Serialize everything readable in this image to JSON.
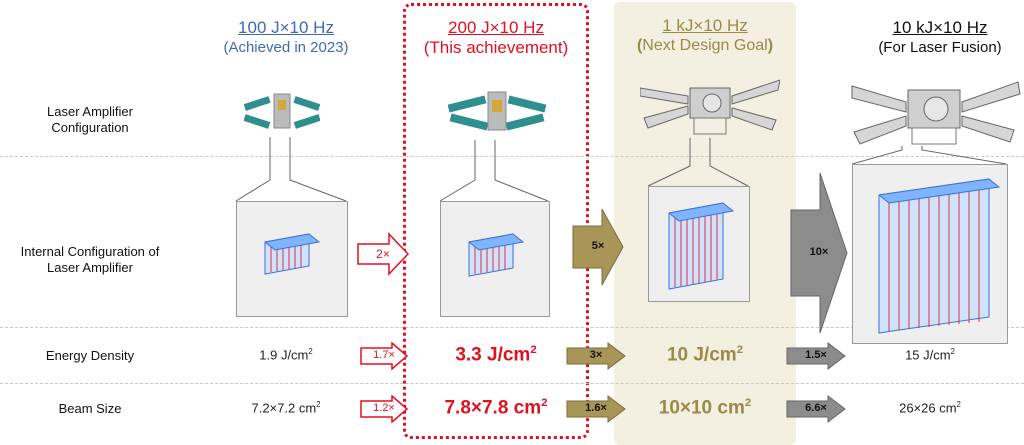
{
  "row_labels": {
    "amp_config_line1": "Laser Amplifier",
    "amp_config_line2": "Configuration",
    "internal_line1": "Internal Configuration of",
    "internal_line2": "Laser Amplifier",
    "energy_density": "Energy Density",
    "beam_size": "Beam Size"
  },
  "columns": [
    {
      "title": "100 J×10 Hz",
      "subtitle": "(Achieved in 2023)",
      "energy": "1.9 J/cm",
      "beam": "7.2×7.2 cm"
    },
    {
      "title": "200 J×10 Hz",
      "subtitle": "(This achievement)",
      "energy": "3.3 J/cm",
      "beam": "7.8×7.8 cm"
    },
    {
      "title": "1 kJ×10 Hz",
      "subtitle_bold_open": "(",
      "subtitle": "Next Design Goal",
      "subtitle_bold_close": ")",
      "energy": "10 J/cm",
      "beam": "10×10 cm"
    },
    {
      "title": "10 kJ×10 Hz",
      "subtitle": "(For Laser Fusion)",
      "energy": "15 J/cm",
      "beam": "26×26 cm"
    }
  ],
  "superscript": "2",
  "arrows": {
    "a1_config": "2×",
    "a1_energy": "1.7×",
    "a1_beam": "1.2×",
    "a2_config": "5×",
    "a2_energy": "3×",
    "a2_beam": "1.6×",
    "a3_config": "10×",
    "a3_energy": "1.5×",
    "a3_beam": "6.6×"
  },
  "colors": {
    "blue": "#3d6bb3",
    "red": "#e0101e",
    "gold": "#9a8a48",
    "gold_bg": "#f3efe1",
    "gray_arrow": "#8c8c8c",
    "box_bg": "#efefef"
  }
}
